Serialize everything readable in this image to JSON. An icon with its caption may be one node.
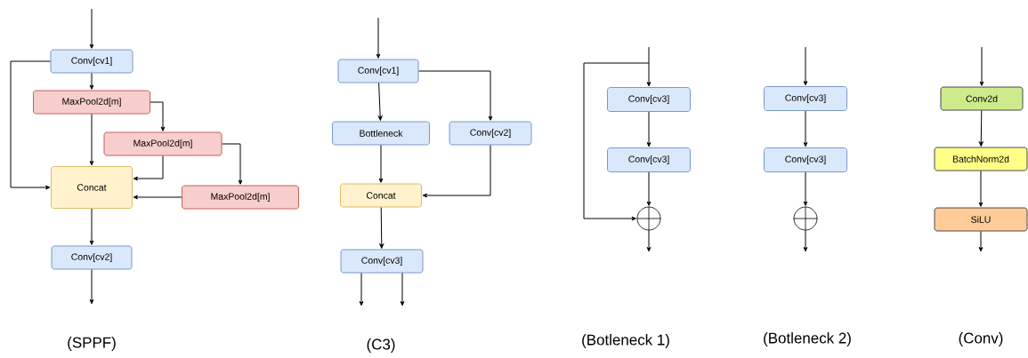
{
  "diagram": {
    "nodes": [
      {
        "text": [
          "Conv[cv1]"
        ]
      },
      {
        "text": [
          "MaxPool2d[m]"
        ]
      },
      {
        "text": [
          "MaxPool2d[m]"
        ]
      },
      {
        "text": [
          "Concat"
        ]
      },
      {
        "text": [
          "MaxPool2d[m]"
        ]
      },
      {
        "text": [
          "Conv[cv2]"
        ]
      },
      {
        "text": [
          "Conv[cv1]"
        ]
      },
      {
        "text": [
          "Bottleneck"
        ]
      },
      {
        "text": [
          "Conv[cv2]"
        ]
      },
      {
        "text": [
          "Concat"
        ]
      },
      {
        "text": [
          "Conv[cv3]"
        ]
      },
      {
        "text": [
          "Conv[cv3]"
        ]
      },
      {
        "text": [
          "Conv[cv3]"
        ]
      },
      {
        "text": [],
        "shape": "circle"
      },
      {
        "text": [
          "Conv[cv3]"
        ]
      },
      {
        "text": [
          "Conv[cv3]"
        ]
      },
      {
        "text": [],
        "shape": "circle"
      },
      {
        "text": [
          "Conv2d"
        ]
      },
      {
        "text": [
          "BatchNorm2d"
        ]
      },
      {
        "text": [
          "SiLU"
        ]
      }
    ],
    "edges": [
      {
        "from": null,
        "to": 0,
        "arrow": "to"
      },
      {
        "from": 0,
        "to": 1,
        "arrow": "to"
      },
      {
        "from": 1,
        "to": 2,
        "arrow": "to"
      },
      {
        "from": 1,
        "to": 3,
        "arrow": "to"
      },
      {
        "from": 2,
        "to": 3,
        "arrow": "to"
      },
      {
        "from": 2,
        "to": 4,
        "arrow": "to"
      },
      {
        "from": 4,
        "to": 3,
        "arrow": "to"
      },
      {
        "from": 0,
        "to": 3,
        "arrow": "to"
      },
      {
        "from": 3,
        "to": 5,
        "arrow": "to"
      },
      {
        "from": 5,
        "to": null,
        "arrow": "to"
      },
      {
        "from": null,
        "to": 6,
        "arrow": "to"
      },
      {
        "from": 6,
        "to": 7,
        "arrow": "to"
      },
      {
        "from": 6,
        "to": 8,
        "arrow": "to"
      },
      {
        "from": 7,
        "to": 9,
        "arrow": "to"
      },
      {
        "from": 8,
        "to": 9,
        "arrow": "to"
      },
      {
        "from": 9,
        "to": 10,
        "arrow": "to"
      },
      {
        "from": 10,
        "to": null,
        "arrow": "to"
      },
      {
        "from": 10,
        "to": null,
        "arrow": "to"
      },
      {
        "from": null,
        "to": 11,
        "arrow": "to"
      },
      {
        "from": null,
        "to": 13,
        "arrow": "to"
      },
      {
        "from": 11,
        "to": 12,
        "arrow": "to"
      },
      {
        "from": 12,
        "to": 13,
        "arrow": "to"
      },
      {
        "from": 13,
        "to": null,
        "arrow": "to"
      },
      {
        "from": null,
        "to": 14,
        "arrow": "to"
      },
      {
        "from": 14,
        "to": 15,
        "arrow": "to"
      },
      {
        "from": 15,
        "to": 16,
        "arrow": "to"
      },
      {
        "from": 16,
        "to": null,
        "arrow": "to"
      },
      {
        "from": null,
        "to": 17,
        "arrow": "to"
      },
      {
        "from": 17,
        "to": 18,
        "arrow": "to"
      },
      {
        "from": 18,
        "to": 19,
        "arrow": "to"
      },
      {
        "from": 19,
        "to": null,
        "arrow": "to"
      }
    ],
    "labels": [
      "(SPPF)",
      "(C3)",
      "(Botleneck 1)",
      "(Botleneck 2)",
      "(Conv)"
    ]
  }
}
